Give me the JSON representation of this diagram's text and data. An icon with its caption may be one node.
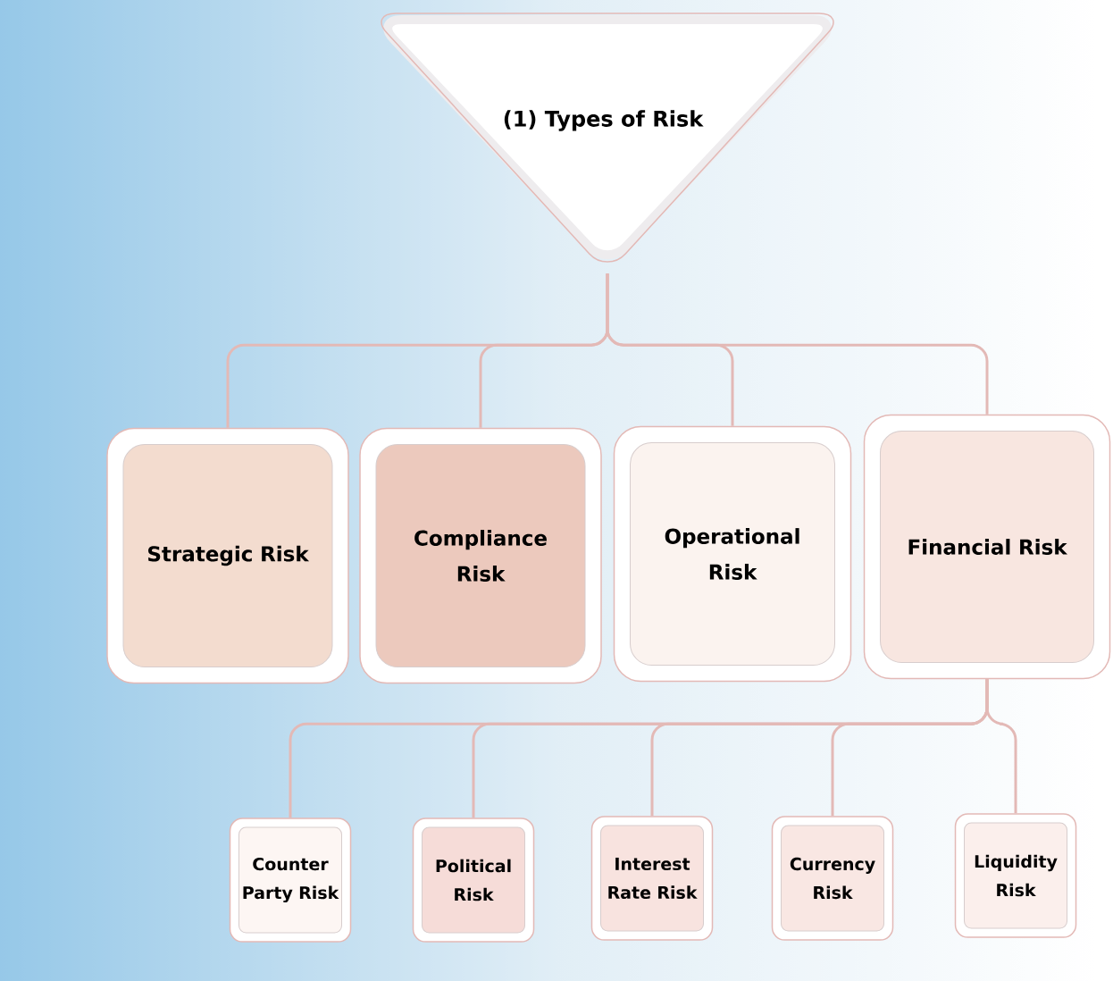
{
  "diagram": {
    "nodes": [
      {
        "text": [
          "(1) Types of Risk"
        ]
      },
      {
        "text": [
          "Strategic Risk"
        ]
      },
      {
        "text": [
          "Compliance Risk"
        ]
      },
      {
        "text": [
          "Operational Risk"
        ]
      },
      {
        "text": [
          "Financial Risk"
        ]
      },
      {
        "text": [
          "Counter Party Risk"
        ]
      },
      {
        "text": [
          "Political Risk"
        ]
      },
      {
        "text": [
          "Interest Rate Risk"
        ]
      },
      {
        "text": [
          "Currency Risk"
        ]
      },
      {
        "text": [
          "Liquidity Risk"
        ]
      }
    ],
    "edges": [
      {
        "from": 0,
        "to": 1,
        "arrow": "none"
      },
      {
        "from": 0,
        "to": 2,
        "arrow": "none"
      },
      {
        "from": 0,
        "to": 3,
        "arrow": "none"
      },
      {
        "from": 0,
        "to": 4,
        "arrow": "none"
      },
      {
        "from": 4,
        "to": 5,
        "arrow": "none"
      },
      {
        "from": 4,
        "to": 6,
        "arrow": "none"
      },
      {
        "from": 4,
        "to": 7,
        "arrow": "none"
      },
      {
        "from": 4,
        "to": 8,
        "arrow": "none"
      },
      {
        "from": 4,
        "to": 9,
        "arrow": "none"
      }
    ]
  }
}
